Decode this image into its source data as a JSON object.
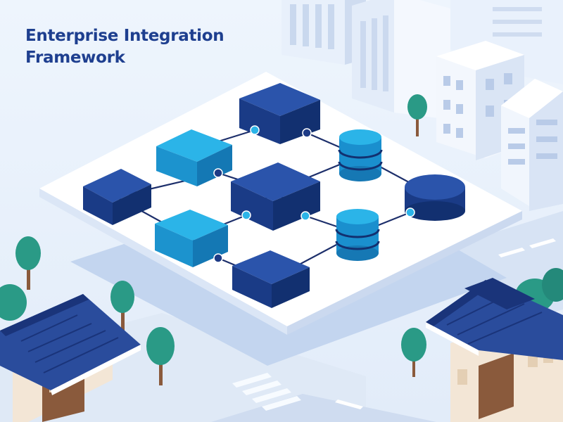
{
  "title": {
    "line1": "Enterprise Integration",
    "line2": "Framework"
  },
  "colors": {
    "background": "#eaf2fc",
    "navy": "#1e4494",
    "cyan": "#1ea0dc",
    "connector": "#1d2f6b",
    "title": "#1e3f8f",
    "tree": "#2a9a86",
    "roof": "#2a4c9c"
  },
  "icons": {
    "service-block": "isometric-cube",
    "data-store": "database-cylinder",
    "endpoint": "disk"
  }
}
